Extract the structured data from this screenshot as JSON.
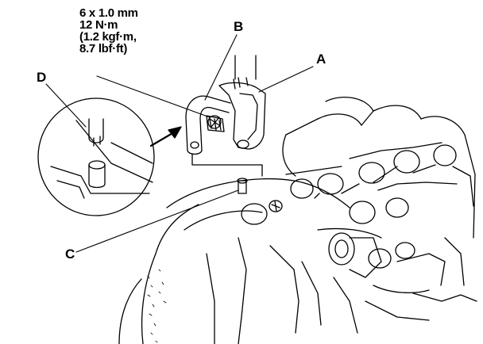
{
  "torque_spec": {
    "lines": [
      "6 x 1.0 mm",
      "12 N·m",
      "(1.2 kgf·m,",
      "8.7 lbf·ft)"
    ]
  },
  "callouts": {
    "a": "A",
    "b": "B",
    "c": "C",
    "d": "D"
  },
  "colors": {
    "ink": "#000000",
    "paper": "#ffffff"
  }
}
